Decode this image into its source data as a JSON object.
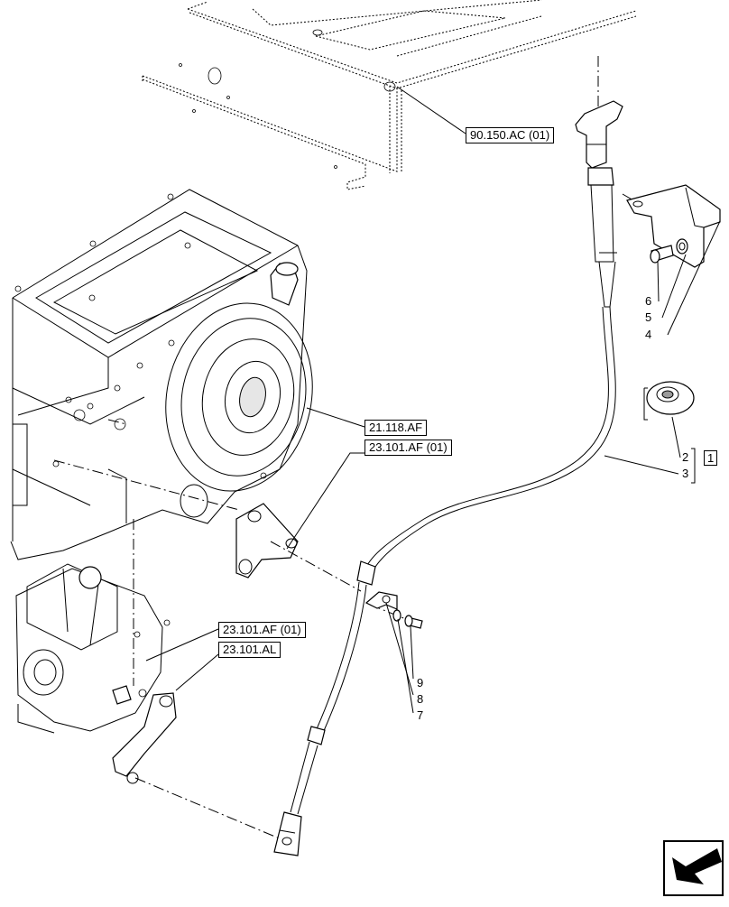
{
  "references": {
    "ref_90150ac": "90.150.AC (01)",
    "ref_21118af": "21.118.AF",
    "ref_23101af_a": "23.101.AF (01)",
    "ref_23101af_b": "23.101.AF (01)",
    "ref_23101al": "23.101.AL"
  },
  "callouts": {
    "c1": "1",
    "c2": "2",
    "c3": "3",
    "c4": "4",
    "c5": "5",
    "c6": "6",
    "c7": "7",
    "c8": "8",
    "c9": "9"
  },
  "nav_icon": "next-page-arrow-icon"
}
